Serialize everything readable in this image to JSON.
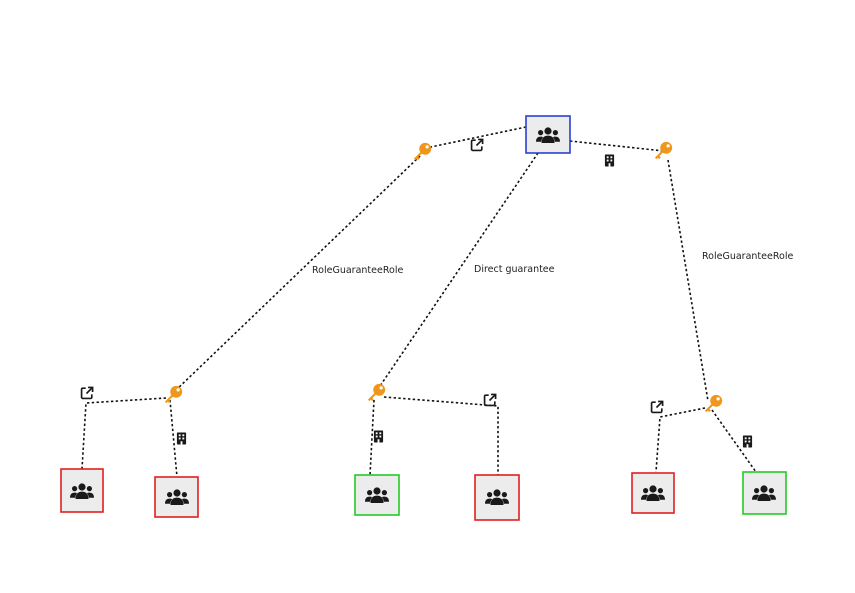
{
  "colors": {
    "root_border": "#2b3fd6",
    "red_border": "#e02020",
    "green_border": "#22cc22",
    "node_fill": "#ececec",
    "key_color": "#f0961a",
    "icon_color": "#1a1a1a"
  },
  "icons": {
    "group": "people-group-icon",
    "key": "key-icon",
    "link": "external-link-icon",
    "building": "building-icon"
  },
  "edge_labels": {
    "left": "RoleGuaranteeRole",
    "middle": "Direct guarantee",
    "right": "RoleGuaranteeRole"
  },
  "nodes": {
    "root": {
      "status": "blue"
    },
    "leaves": [
      {
        "id": "leaf-1",
        "status": "red"
      },
      {
        "id": "leaf-2",
        "status": "red"
      },
      {
        "id": "leaf-3",
        "status": "green"
      },
      {
        "id": "leaf-4",
        "status": "red"
      },
      {
        "id": "leaf-5",
        "status": "red"
      },
      {
        "id": "leaf-6",
        "status": "green"
      }
    ]
  }
}
